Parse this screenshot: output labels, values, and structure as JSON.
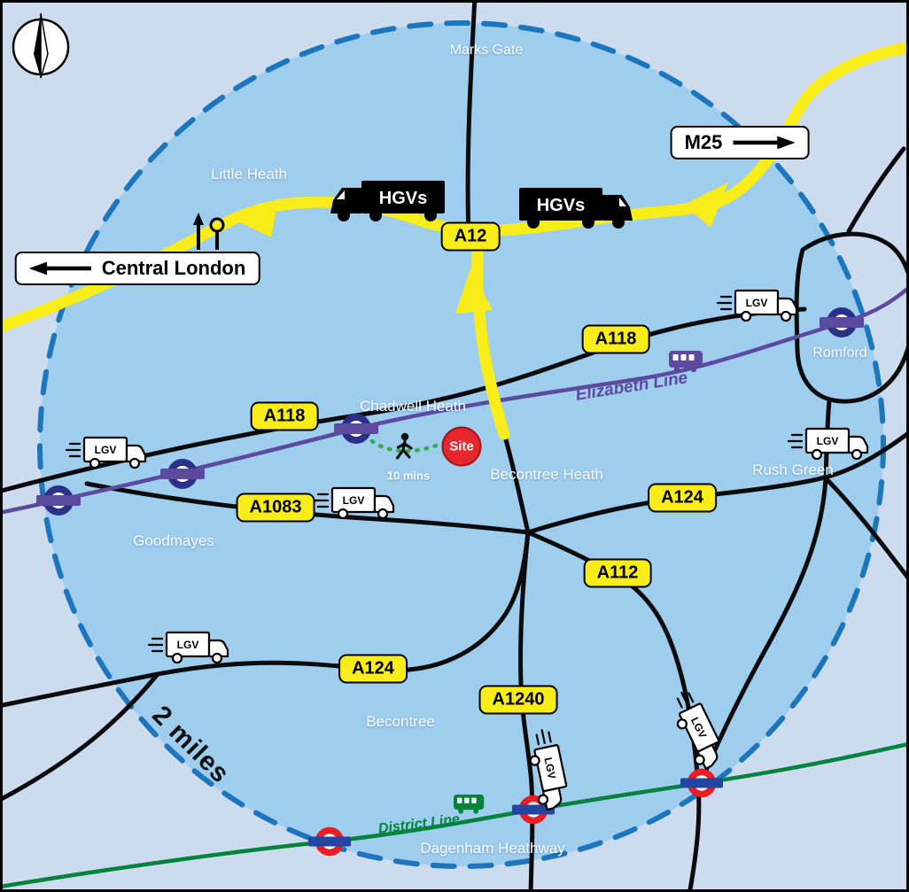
{
  "signs": {
    "central_london": "Central London",
    "m25": "M25"
  },
  "road_labels": {
    "a12": "A12",
    "a118_west": "A118",
    "a118_east": "A118",
    "a1083": "A1083",
    "a124_west": "A124",
    "a124_east": "A124",
    "a112": "A112",
    "a1240": "A1240"
  },
  "places": {
    "marks_gate": "Marks Gate",
    "little_heath": "Little Heath",
    "chadwell_heath": "Chadwell Heath",
    "becontree_heath": "Becontree Heath",
    "rush_green": "Rush Green",
    "goodmayes": "Goodmayes",
    "becontree": "Becontree",
    "romford": "Romford",
    "dagenham_heathway": "Dagenham Heathway"
  },
  "rail_lines": {
    "elizabeth": {
      "label": "Elizabeth Line"
    },
    "district": {
      "label": "District Line"
    }
  },
  "site_marker": {
    "label": "Site",
    "walk_time": "10 mins"
  },
  "scale_ring": {
    "label": "2 miles"
  },
  "vehicles": {
    "hgv": "HGVs",
    "lgv": "LGV"
  },
  "icons": {
    "compass": "north-compass",
    "walker": "walking-person",
    "hgv_truck": "black-hgv-truck",
    "lgv_truck": "outline-lgv-van",
    "train": "train-glyph",
    "station_roundel": "underground-roundel",
    "direction_arrow": "direction-arrow",
    "landmarks": "london-skyline"
  },
  "colors": {
    "outer_bg": "#ccdbee",
    "circle_fill": "#9ecdee",
    "circle_border": "#1c76bd",
    "road_black": "#0b0b0b",
    "road_yellow": "#f8ec19",
    "badge_yellow": "#f8ec19",
    "rail_elizabeth": "#5b4aa0",
    "rail_district": "#00843d",
    "roundel_purple_ring": "#2c3188",
    "roundel_purple_bar": "#5b4aa0",
    "roundel_red": "#ec1c24",
    "roundel_blue": "#2145a0",
    "site_red": "#e8262d",
    "walk_green": "#2fae4a"
  }
}
